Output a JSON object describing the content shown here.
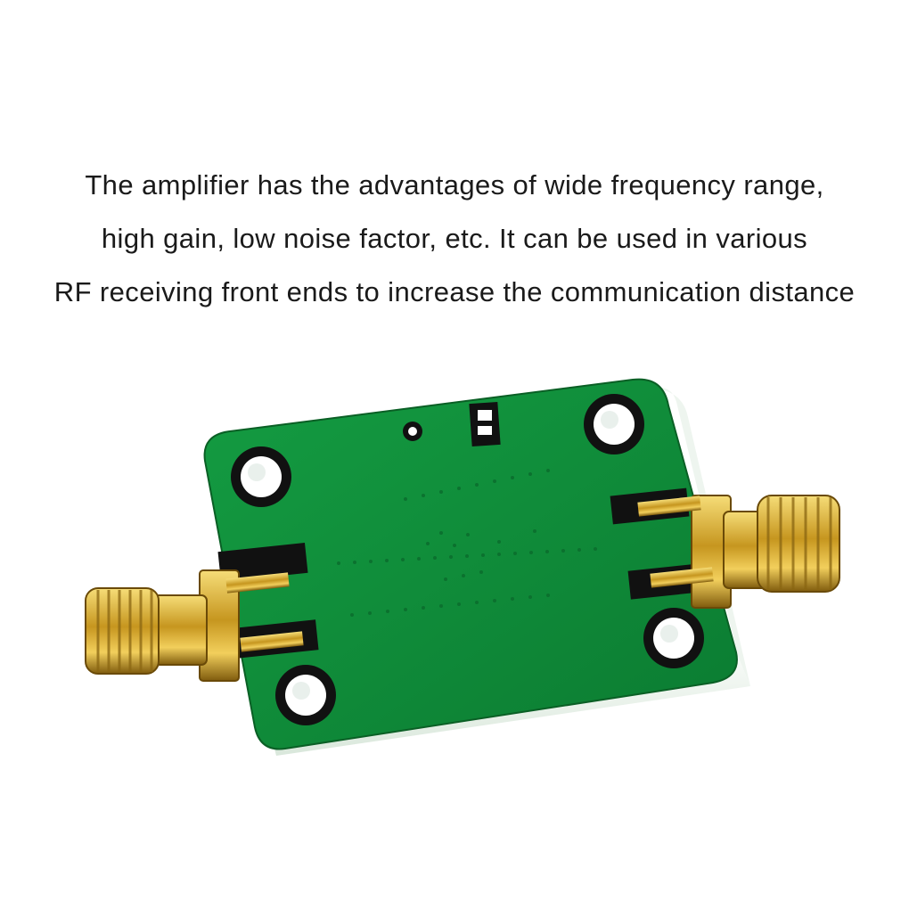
{
  "caption": {
    "line1": "The amplifier has the advantages of wide frequency range,",
    "line2": "high gain, low noise factor, etc. It can be used in various",
    "line3": "RF receiving front ends to increase the communication distance"
  },
  "photo": {
    "subject": "rf-amplifier-module-with-sma-connectors",
    "colors": {
      "background": "#ffffff",
      "pcb": "#0f8f3a",
      "pcb_dark": "#0a6a2a",
      "board_edge": "#e6efe8",
      "gold": "#c79a2a",
      "gold_light": "#f3d46b",
      "pad_black": "#111111"
    }
  }
}
